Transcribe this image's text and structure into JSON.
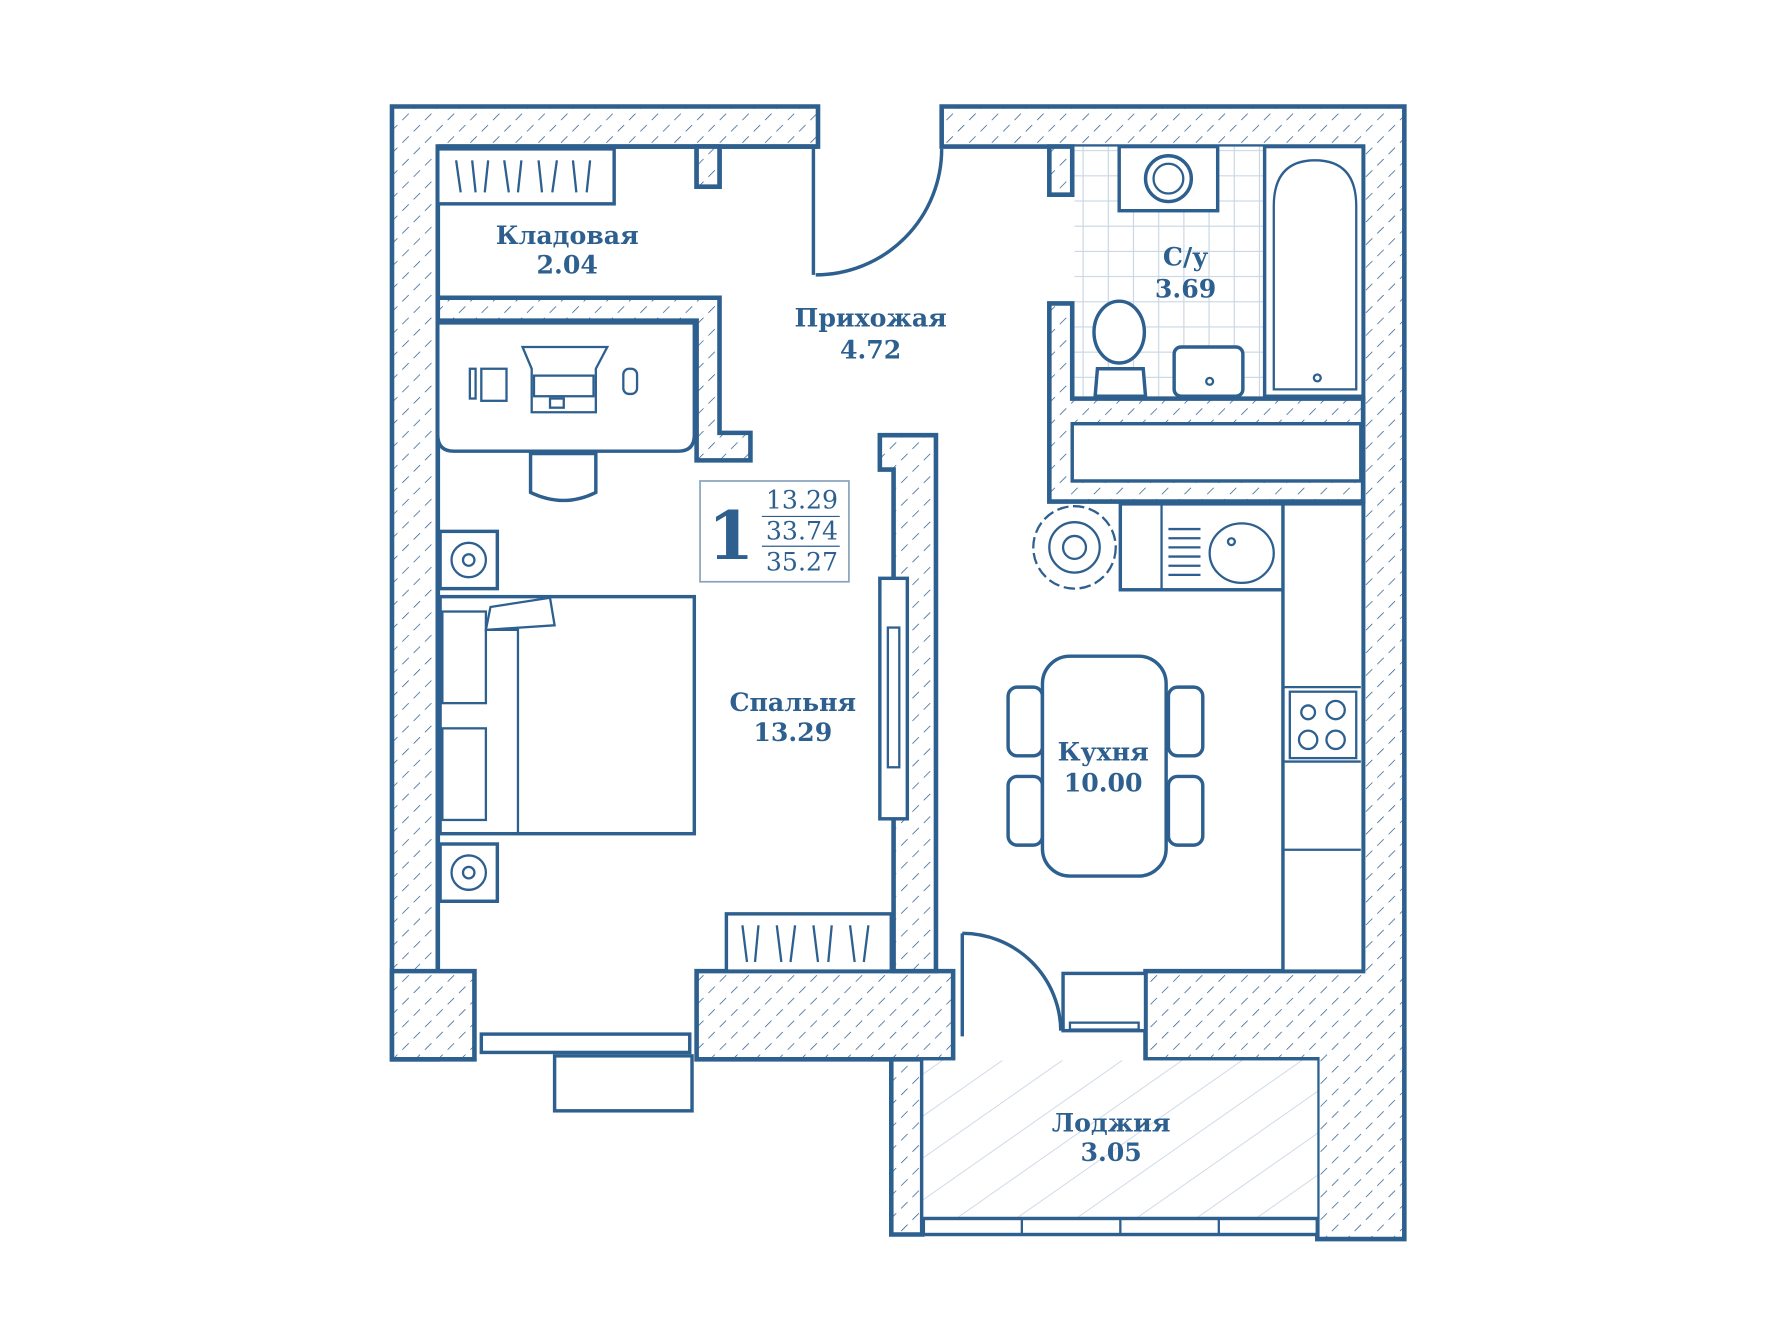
{
  "colors": {
    "line": "#2d5f8f",
    "tile": "#c9d6e4"
  },
  "rooms": [
    {
      "name": "Кладовая",
      "area": "2.04"
    },
    {
      "name": "Прихожая",
      "area": "4.72"
    },
    {
      "name": "С/у",
      "area": "3.69"
    },
    {
      "name": "Спальня",
      "area": "13.29"
    },
    {
      "name": "Кухня",
      "area": "10.00"
    },
    {
      "name": "Лоджия",
      "area": "3.05"
    }
  ],
  "summary": {
    "rooms_count": "1",
    "living_area": "13.29",
    "total_area": "33.74",
    "total_with_loggia": "35.27"
  }
}
